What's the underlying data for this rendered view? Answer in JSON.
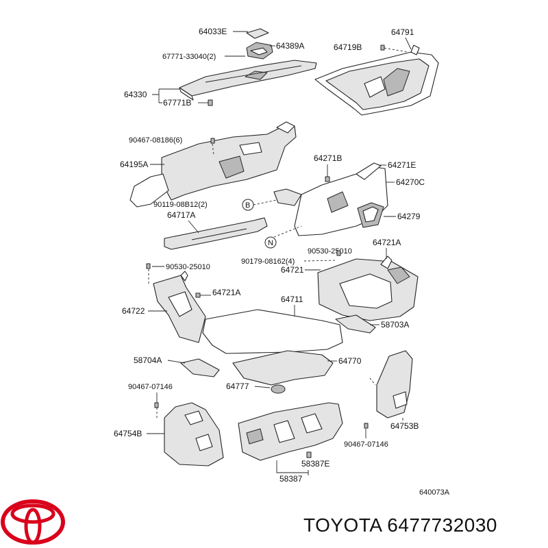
{
  "labels": {
    "l64033E": "64033E",
    "l64389A": "64389A",
    "l67771_33040": "67771-33040(2)",
    "l64330": "64330",
    "l67771B": "67771B",
    "l64719B": "64719B",
    "l64791": "64791",
    "l90467_08186": "90467-08186(6)",
    "l64195A": "64195A",
    "l90119": "90119-08B12(2)",
    "circleB": "B",
    "l64717A": "64717A",
    "l64271B": "64271B",
    "l64271E": "64271E",
    "l64270C": "64270C",
    "l64279": "64279",
    "circleN": "N",
    "l90530_a": "90530-25010",
    "l90179": "90179-08162(4)",
    "l64721": "64721",
    "l64721A_r": "64721A",
    "l90530_b": "90530-25010",
    "l64721A_l": "64721A",
    "l64711": "64711",
    "l64722": "64722",
    "l58703A": "58703A",
    "l58704A": "58704A",
    "l64770": "64770",
    "l64777": "64777",
    "l90467_07146_l": "90467-07146",
    "l64754B": "64754B",
    "l64753B": "64753B",
    "l90467_07146_r": "90467-07146",
    "l58387E": "58387E",
    "l58387": "58387",
    "code": "640073A"
  },
  "brand": {
    "text": "TOYOTA 6477732030",
    "logo_color": "#d9001b"
  }
}
